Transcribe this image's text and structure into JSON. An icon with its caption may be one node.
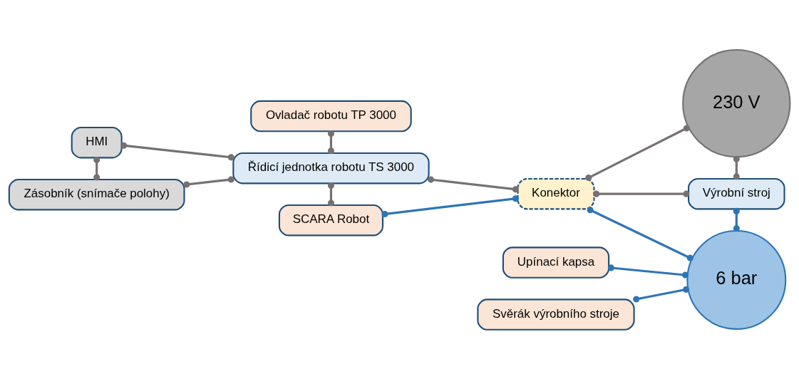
{
  "diagram": {
    "nodes": [
      {
        "text": [
          "HMI"
        ]
      },
      {
        "text": [
          "Ovladač robotu TP 3000"
        ]
      },
      {
        "text": [
          "230 V"
        ]
      },
      {
        "text": [
          "Zásobník (snímače polohy)"
        ]
      },
      {
        "text": [
          "Řídicí jednotka robotu TS 3000"
        ]
      },
      {
        "text": [
          "Konektor"
        ]
      },
      {
        "text": [
          "Výrobní stroj"
        ]
      },
      {
        "text": [
          "Upínací kapsa"
        ]
      },
      {
        "text": [
          "6 bar"
        ]
      },
      {
        "text": [
          "SCARA Robot"
        ]
      },
      {
        "text": [
          "Svěrák výrobního stroje"
        ]
      }
    ],
    "edges": [
      {
        "from": 0,
        "to": 3,
        "arrow": "other"
      },
      {
        "from": 0,
        "to": 4,
        "arrow": "other"
      },
      {
        "from": 1,
        "to": 4,
        "arrow": "other"
      },
      {
        "from": 3,
        "to": 4,
        "arrow": "other"
      },
      {
        "from": 4,
        "to": 5,
        "arrow": "other"
      },
      {
        "from": 5,
        "to": 2,
        "arrow": "other"
      },
      {
        "from": 5,
        "to": 6,
        "arrow": "other"
      },
      {
        "from": 2,
        "to": 6,
        "arrow": "other"
      },
      {
        "from": 4,
        "to": 9,
        "arrow": "other"
      },
      {
        "from": 9,
        "to": 5,
        "arrow": "other",
        "color": "#2e75b6"
      },
      {
        "from": 5,
        "to": 8,
        "arrow": "other",
        "color": "#2e75b6"
      },
      {
        "from": 6,
        "to": 8,
        "arrow": "other",
        "color": "#2e75b6"
      },
      {
        "from": 7,
        "to": 8,
        "arrow": "other",
        "color": "#2e75b6"
      },
      {
        "from": 10,
        "to": 8,
        "arrow": "other",
        "color": "#2e75b6"
      }
    ]
  }
}
